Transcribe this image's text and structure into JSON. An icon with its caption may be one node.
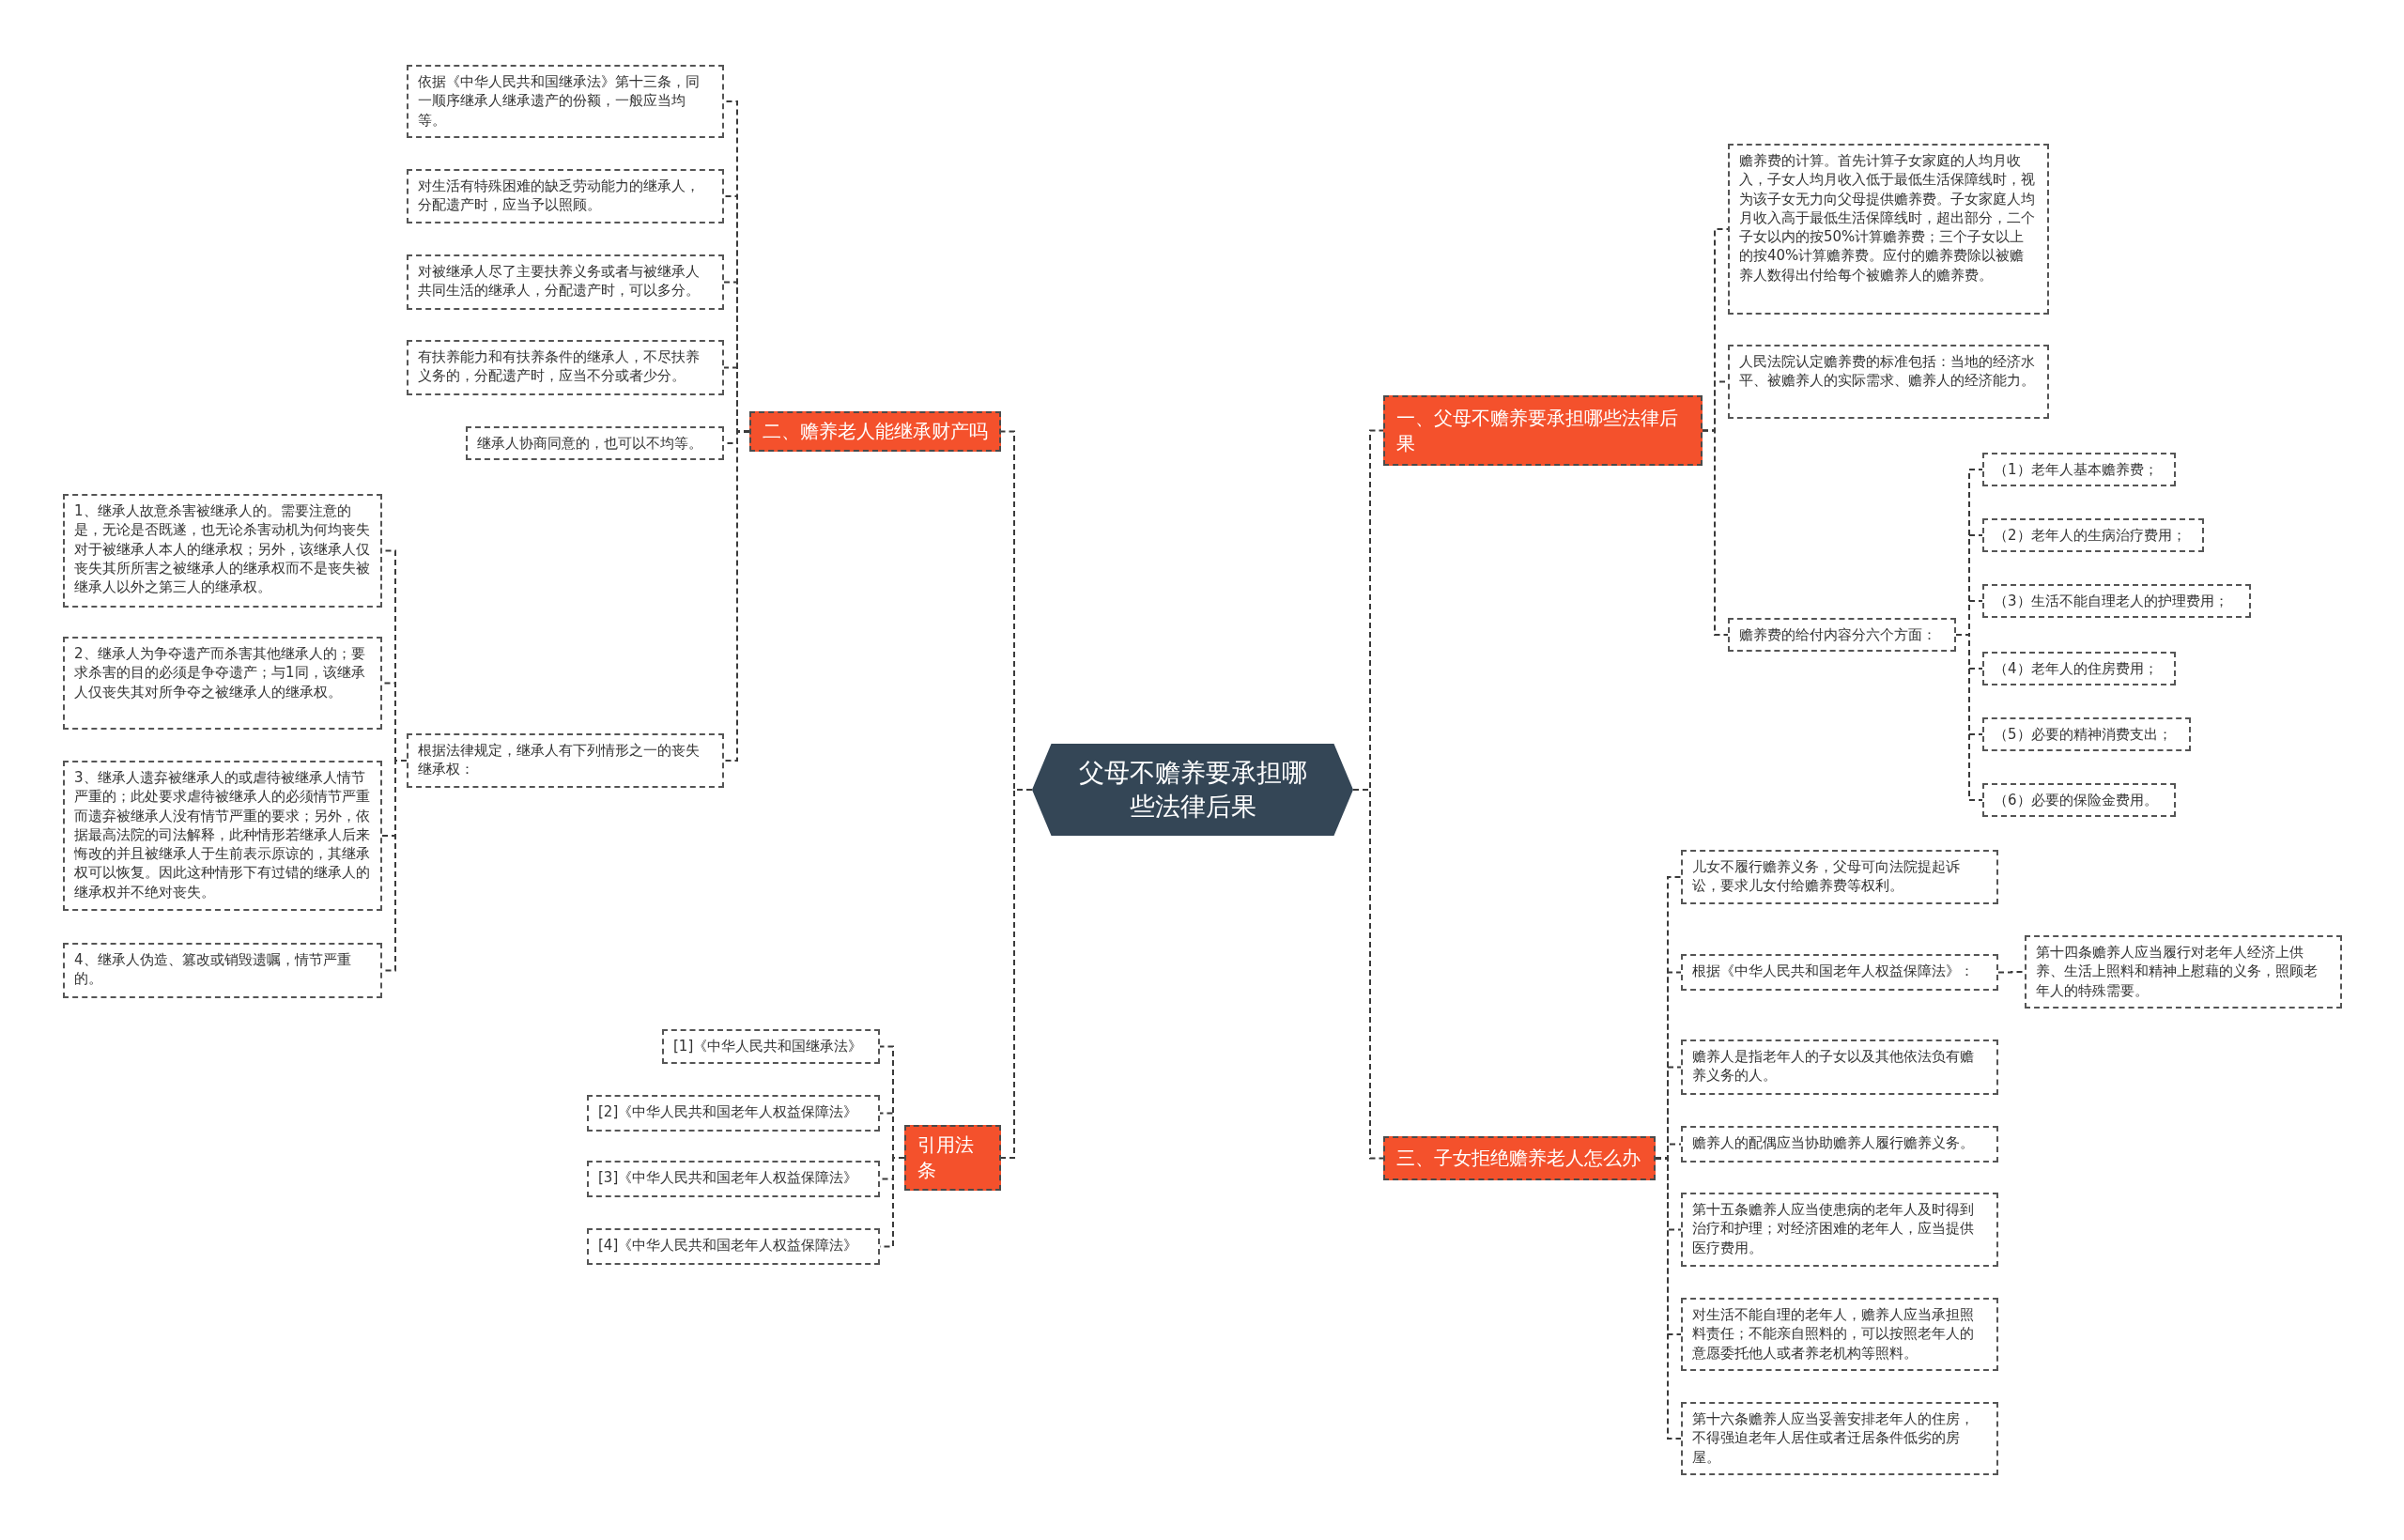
{
  "diagram": {
    "nodes": [
      {
        "text": [
          "父母不赡养要承担哪些法律后果"
        ]
      },
      {
        "text": [
          "二、赡养老人能继承财产吗"
        ]
      },
      {
        "text": [
          "依据《中华人民共和国继承法》第十三条，同一顺序继承人继承遗产的份额，一般应当均等。"
        ]
      },
      {
        "text": [
          "对生活有特殊困难的缺乏劳动能力的继承人，分配遗产时，应当予以照顾。"
        ]
      },
      {
        "text": [
          "对被继承人尽了主要扶养义务或者与被继承人共同生活的继承人，分配遗产时，可以多分。"
        ]
      },
      {
        "text": [
          "有扶养能力和有扶养条件的继承人，不尽扶养义务的，分配遗产时，应当不分或者少分。"
        ]
      },
      {
        "text": [
          "继承人协商同意的，也可以不均等。"
        ]
      },
      {
        "text": [
          "根据法律规定，继承人有下列情形之一的丧失继承权："
        ]
      },
      {
        "text": [
          "1、继承人故意杀害被继承人的。需要注意的是，无论是否既遂，也无论杀害动机为何均丧失对于被继承人本人的继承权；另外，该继承人仅丧失其所所害之被继承人的继承权而不是丧失被继承人以外之第三人的继承权。"
        ]
      },
      {
        "text": [
          "2、继承人为争夺遗产而杀害其他继承人的；要求杀害的目的必须是争夺遗产；与1同，该继承人仅丧失其对所争夺之被继承人的继承权。"
        ]
      },
      {
        "text": [
          "3、继承人遗弃被继承人的或虐待被继承人情节严重的；此处要求虐待被继承人的必须情节严重而遗弃被继承人没有情节严重的要求；另外，依据最高法院的司法解释，此种情形若继承人后来悔改的并且被继承人于生前表示原谅的，其继承权可以恢复。因此这种情形下有过错的继承人的继承权并不绝对丧失。"
        ]
      },
      {
        "text": [
          "4、继承人伪造、篡改或销毁遗嘱，情节严重的。"
        ]
      },
      {
        "text": [
          "引用法条"
        ]
      },
      {
        "text": [
          "[1]《中华人民共和国继承法》"
        ]
      },
      {
        "text": [
          "[2]《中华人民共和国老年人权益保障法》"
        ]
      },
      {
        "text": [
          "[3]《中华人民共和国老年人权益保障法》"
        ]
      },
      {
        "text": [
          "[4]《中华人民共和国老年人权益保障法》"
        ]
      },
      {
        "text": [
          "一、父母不赡养要承担哪些法律后果"
        ]
      },
      {
        "text": [
          "赡养费的计算。首先计算子女家庭的人均月收入，子女人均月收入低于最低生活保障线时，视为该子女无力向父母提供赡养费。子女家庭人均月收入高于最低生活保障线时，超出部分，二个子女以内的按50%计算赡养费；三个子女以上的按40%计算赡养费。应付的赡养费除以被赡养人数得出付给每个被赡养人的赡养费。"
        ]
      },
      {
        "text": [
          "人民法院认定赡养费的标准包括：当地的经济水平、被赡养人的实际需求、赡养人的经济能力。"
        ]
      },
      {
        "text": [
          "赡养费的给付内容分六个方面："
        ]
      },
      {
        "text": [
          "（1）老年人基本赡养费；"
        ]
      },
      {
        "text": [
          "（2）老年人的生病治疗费用；"
        ]
      },
      {
        "text": [
          "（3）生活不能自理老人的护理费用；"
        ]
      },
      {
        "text": [
          "（4）老年人的住房费用；"
        ]
      },
      {
        "text": [
          "（5）必要的精神消费支出；"
        ]
      },
      {
        "text": [
          "（6）必要的保险金费用。"
        ]
      },
      {
        "text": [
          "三、子女拒绝赡养老人怎么办"
        ]
      },
      {
        "text": [
          "儿女不履行赡养义务，父母可向法院提起诉讼，要求儿女付给赡养费等权利。"
        ]
      },
      {
        "text": [
          "根据《中华人民共和国老年人权益保障法》："
        ]
      },
      {
        "text": [
          "第十四条赡养人应当履行对老年人经济上供养、生活上照料和精神上慰藉的义务，照顾老年人的特殊需要。"
        ]
      },
      {
        "text": [
          "赡养人是指老年人的子女以及其他依法负有赡养义务的人。"
        ]
      },
      {
        "text": [
          "赡养人的配偶应当协助赡养人履行赡养义务。"
        ]
      },
      {
        "text": [
          "第十五条赡养人应当使患病的老年人及时得到治疗和护理；对经济困难的老年人，应当提供医疗费用。"
        ]
      },
      {
        "text": [
          "对生活不能自理的老年人，赡养人应当承担照料责任；不能亲自照料的，可以按照老年人的意愿委托他人或者养老机构等照料。"
        ]
      },
      {
        "text": [
          "第十六条赡养人应当妥善安排老年人的住房，不得强迫老年人居住或者迁居条件低劣的房屋。"
        ]
      }
    ],
    "edges": [
      {
        "from": 0,
        "to": 1,
        "arrow": "none"
      },
      {
        "from": 1,
        "to": 2,
        "arrow": "none"
      },
      {
        "from": 1,
        "to": 3,
        "arrow": "none"
      },
      {
        "from": 1,
        "to": 4,
        "arrow": "none"
      },
      {
        "from": 1,
        "to": 5,
        "arrow": "none"
      },
      {
        "from": 1,
        "to": 6,
        "arrow": "none"
      },
      {
        "from": 1,
        "to": 7,
        "arrow": "none"
      },
      {
        "from": 7,
        "to": 8,
        "arrow": "none"
      },
      {
        "from": 7,
        "to": 9,
        "arrow": "none"
      },
      {
        "from": 7,
        "to": 10,
        "arrow": "none"
      },
      {
        "from": 7,
        "to": 11,
        "arrow": "none"
      },
      {
        "from": 0,
        "to": 12,
        "arrow": "none"
      },
      {
        "from": 12,
        "to": 13,
        "arrow": "none"
      },
      {
        "from": 12,
        "to": 14,
        "arrow": "none"
      },
      {
        "from": 12,
        "to": 15,
        "arrow": "none"
      },
      {
        "from": 12,
        "to": 16,
        "arrow": "none"
      },
      {
        "from": 0,
        "to": 17,
        "arrow": "none"
      },
      {
        "from": 17,
        "to": 18,
        "arrow": "none"
      },
      {
        "from": 17,
        "to": 19,
        "arrow": "none"
      },
      {
        "from": 17,
        "to": 20,
        "arrow": "none"
      },
      {
        "from": 20,
        "to": 21,
        "arrow": "none"
      },
      {
        "from": 20,
        "to": 22,
        "arrow": "none"
      },
      {
        "from": 20,
        "to": 23,
        "arrow": "none"
      },
      {
        "from": 20,
        "to": 24,
        "arrow": "none"
      },
      {
        "from": 20,
        "to": 25,
        "arrow": "none"
      },
      {
        "from": 20,
        "to": 26,
        "arrow": "none"
      },
      {
        "from": 0,
        "to": 27,
        "arrow": "none"
      },
      {
        "from": 27,
        "to": 28,
        "arrow": "none"
      },
      {
        "from": 27,
        "to": 29,
        "arrow": "none"
      },
      {
        "from": 29,
        "to": 30,
        "arrow": "none"
      },
      {
        "from": 27,
        "to": 31,
        "arrow": "none"
      },
      {
        "from": 27,
        "to": 32,
        "arrow": "none"
      },
      {
        "from": 27,
        "to": 33,
        "arrow": "none"
      },
      {
        "from": 27,
        "to": 34,
        "arrow": "none"
      },
      {
        "from": 27,
        "to": 35,
        "arrow": "none"
      }
    ]
  }
}
